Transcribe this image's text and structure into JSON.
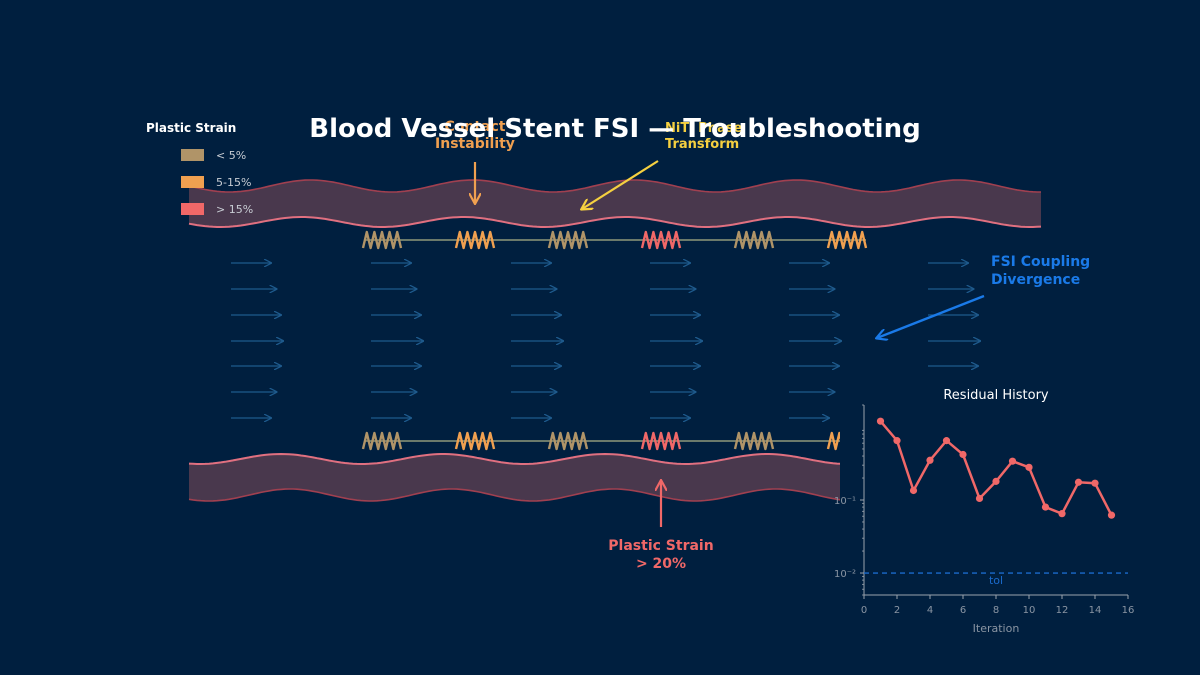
{
  "title": "Blood Vessel Stent FSI — Troubleshooting",
  "legend": {
    "title": "Plastic Strain",
    "items": [
      {
        "label": "< 5%",
        "color": "#b09468"
      },
      {
        "label": "5-15%",
        "color": "#f0a050"
      },
      {
        "label": "> 15%",
        "color": "#f06868"
      }
    ]
  },
  "colors": {
    "background": "#001f3f",
    "vessel_fill": "#4d3a4e",
    "vessel_edge_inner": "#e07080",
    "vessel_edge_outer": "#a04050",
    "strut": "#6b7a6b",
    "flow_arrow": "#1e5a8c"
  },
  "stent_rows": {
    "top_strain": [
      "low",
      "mid",
      "low",
      "high",
      "low",
      "mid"
    ],
    "bottom_strain": [
      "low",
      "mid",
      "low",
      "high",
      "low",
      "mid"
    ]
  },
  "flow": {
    "columns": 6,
    "rows": 7,
    "magnitude": [
      0.45,
      0.7,
      0.9,
      1.0,
      0.9,
      0.7,
      0.45
    ]
  },
  "annotations": {
    "contact": {
      "line1": "Contact",
      "line2": "Instability",
      "color": "#f0a050"
    },
    "nitinol": {
      "line1": "NiTi Phase",
      "line2": "Transform",
      "color": "#f5d040"
    },
    "fsi": {
      "line1": "FSI Coupling",
      "line2": "Divergence",
      "color": "#1a7ae8"
    },
    "strain": {
      "line1": "Plastic Strain",
      "line2": "> 20%",
      "color": "#f06868"
    }
  },
  "chart_data": {
    "type": "line",
    "title": "Residual History",
    "xlabel": "Iteration",
    "ylabel": "",
    "x": [
      1,
      2,
      3,
      4,
      5,
      6,
      7,
      8,
      9,
      10,
      11,
      12,
      13,
      14,
      15
    ],
    "series": [
      {
        "values": [
          1.2,
          0.65,
          0.135,
          0.35,
          0.65,
          0.42,
          0.105,
          0.18,
          0.34,
          0.28,
          0.08,
          0.065,
          0.175,
          0.17,
          0.062
        ],
        "color": "#f06868"
      }
    ],
    "tolerance": {
      "value": 0.01,
      "label": "tol",
      "color": "#1a6acc"
    },
    "xlim": [
      0,
      16
    ],
    "ylim": [
      0.005,
      2
    ],
    "yscale": "log",
    "xticks": [
      "0",
      "2",
      "4",
      "6",
      "8",
      "10",
      "12",
      "14",
      "16"
    ],
    "yticks": [
      {
        "value": 0.1,
        "label": "10⁻¹"
      },
      {
        "value": 0.01,
        "label": "10⁻²"
      }
    ],
    "grid": false
  }
}
